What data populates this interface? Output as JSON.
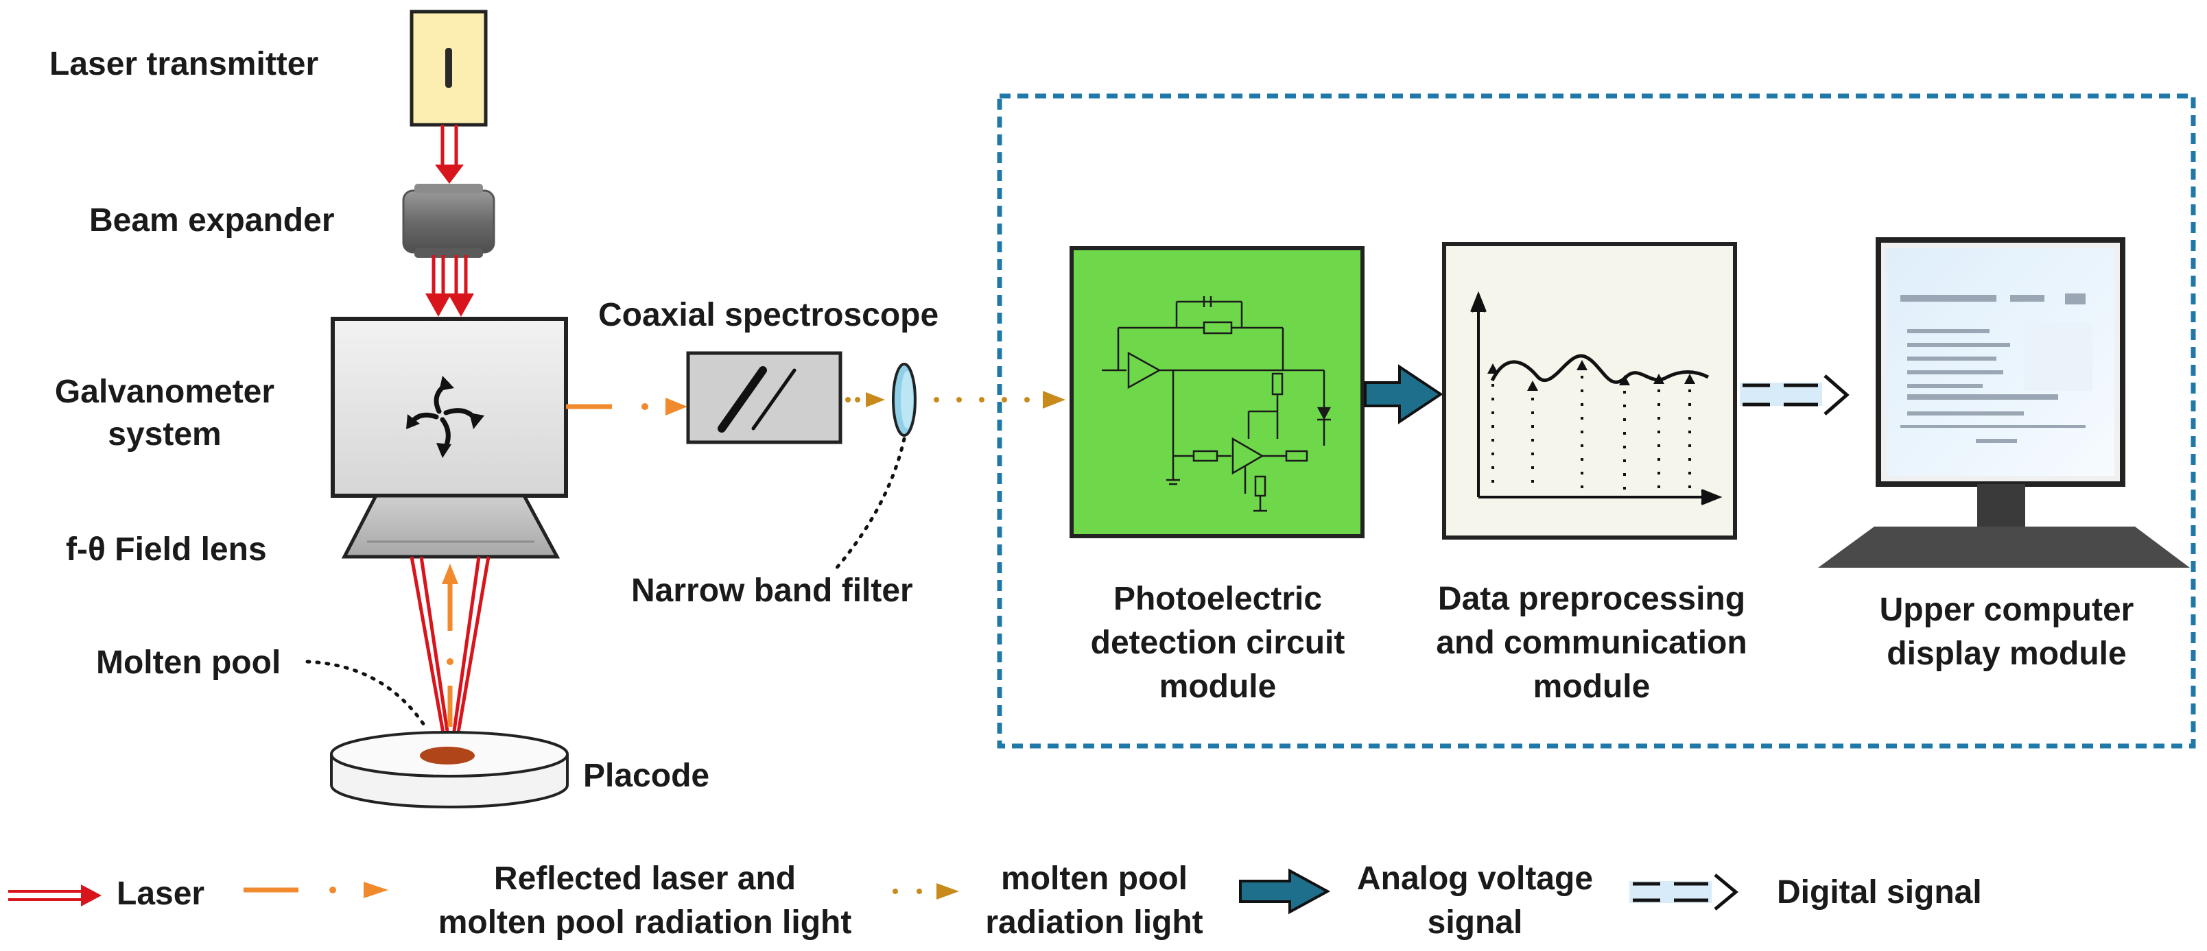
{
  "labels": {
    "laser_transmitter": "Laser transmitter",
    "beam_expander": "Beam expander",
    "galvanometer_line1": "Galvanometer",
    "galvanometer_line2": "system",
    "field_lens": "f-θ Field lens",
    "molten_pool": "Molten pool",
    "placode": "Placode",
    "coaxial_spectroscope": "Coaxial spectroscope",
    "narrow_band_filter": "Narrow band filter",
    "photoelectric": [
      "Photoelectric",
      "detection circuit",
      "module"
    ],
    "data_preprocessing": [
      "Data preprocessing",
      "and communication",
      "module"
    ],
    "upper_computer": [
      "Upper computer",
      "display module"
    ]
  },
  "legend": {
    "laser": "Laser",
    "reflected": [
      "Reflected laser and",
      "molten pool radiation light"
    ],
    "molten_radiation": [
      "molten pool",
      "radiation light"
    ],
    "analog": [
      "Analog voltage",
      "signal"
    ],
    "digital": "Digital signal"
  },
  "colors": {
    "laser_red": "#d8141c",
    "reflected_orange": "#f08a2c",
    "radiation_gold": "#c98a1c",
    "analog_teal": "#1d6f8c",
    "module_border": "#1f78a8",
    "circuit_green": "#6ed84a",
    "transmitter_yellow": "#fbeeb0"
  }
}
